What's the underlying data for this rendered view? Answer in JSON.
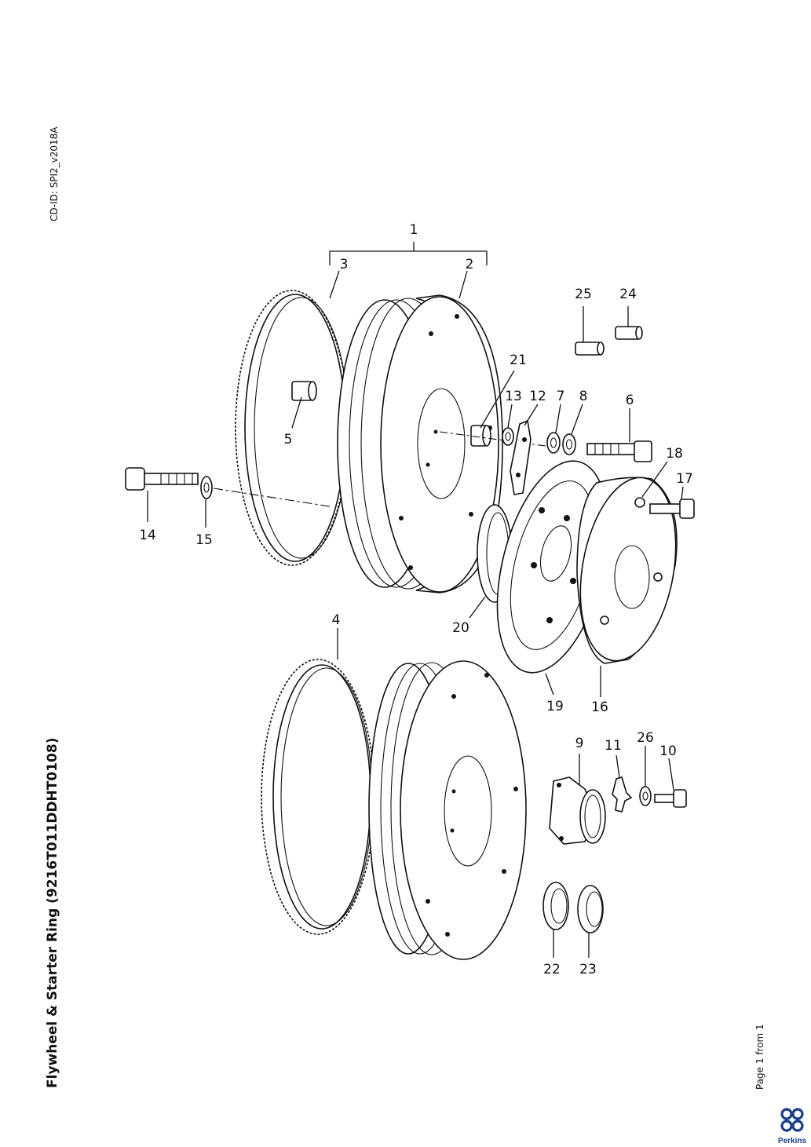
{
  "document": {
    "title": "Flywheel & Starter Ring (9216T011DDHT0108)",
    "cd_id": "CD-ID: SPI2_v2018A",
    "page": "Page 1 from 1",
    "brand": "Perkins"
  },
  "colors": {
    "ink": "#111111",
    "brand": "#1a3f8f",
    "background": "#ffffff"
  },
  "callouts": [
    "1",
    "2",
    "3",
    "4",
    "5",
    "6",
    "7",
    "8",
    "9",
    "10",
    "11",
    "12",
    "13",
    "14",
    "15",
    "16",
    "17",
    "18",
    "19",
    "20",
    "21",
    "22",
    "23",
    "24",
    "25",
    "26"
  ],
  "icons": {
    "logo": "perkins-logo-icon"
  }
}
